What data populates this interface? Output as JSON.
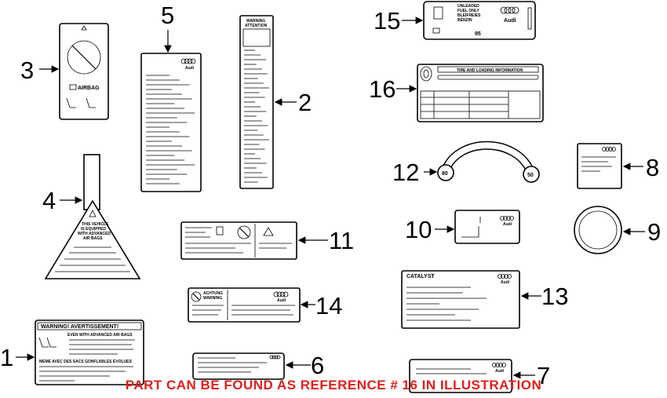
{
  "notice": {
    "text": "PART CAN BE FOUND AS REFERENCE # 16 IN ILLUSTRATION",
    "color": "#e0201c"
  },
  "callouts": {
    "c1": "1",
    "c2": "2",
    "c3": "3",
    "c4": "4",
    "c5": "5",
    "c6": "6",
    "c7": "7",
    "c8": "8",
    "c9": "9",
    "c10": "10",
    "c11": "11",
    "c12": "12",
    "c13": "13",
    "c14": "14",
    "c15": "15",
    "c16": "16"
  },
  "labels": {
    "airbag": "AIRBAG",
    "brand": "Audi",
    "warning_attention": [
      "WARNING",
      "ATTENTION"
    ],
    "fuel": [
      "UNLEADED",
      "FUEL ONLY",
      "BLEIFREIES",
      "BENZIN"
    ],
    "octane": "95",
    "tire_info": "TIRE AND LOADING INFORMATION",
    "hose_start": "80",
    "hose_end": "50",
    "catalyst": "CATALYST",
    "achtung": [
      "ACHTUNG",
      "WARNING"
    ],
    "warning1_title": "WARNING!  AVERTISSEMENT!",
    "warning1_line1": "EVEN WITH ADVANCED AIR BAGS",
    "warning1_line2": "MEME AVEC DES SACS GONFLABLES EVOLUES",
    "triangle": [
      "THIS VEHICLE",
      "IS EQUIPPED",
      "WITH ADVANCED",
      "AIR BAGS"
    ]
  }
}
